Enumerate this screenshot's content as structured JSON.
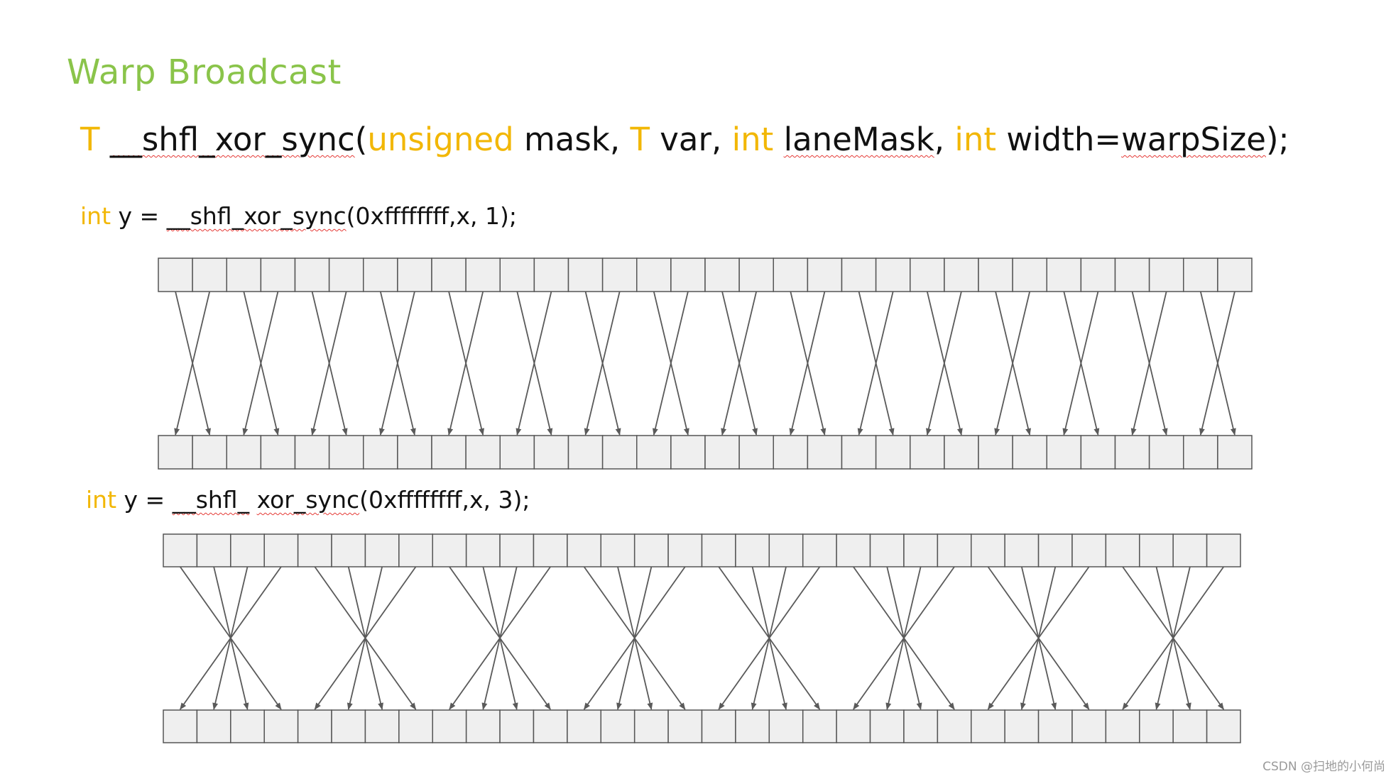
{
  "slide": {
    "title": "Warp Broadcast",
    "signature": {
      "t1": "T",
      "fn": "__shfl_xor_sync",
      "paren_open": "(",
      "type_unsigned": "unsigned",
      "mask": " mask, ",
      "t2": "T",
      "var": " var, ",
      "int1": "int",
      "space1": " ",
      "laneMask": "laneMask",
      "comma": ", ",
      "int2": "int",
      "width": " width=",
      "warpSize": "warpSize",
      "end": ");"
    },
    "example1": {
      "kw": "int",
      "lhs": " y = ",
      "fn": "__shfl_xor_sync",
      "args": "(0xffffffff,x, 1);"
    },
    "example2": {
      "kw": "int",
      "lhs": " y = ",
      "fn_a": "__shfl_",
      "space": " ",
      "fn_b": "xor_sync",
      "args": "(0xffffffff,x, 3);"
    },
    "watermark": "CSDN @扫地的小何尚"
  },
  "colors": {
    "title": "#8ac44a",
    "keyword": "#f2b705",
    "text": "#111111",
    "cell_fill": "#efefef",
    "arrow": "#5a5a5a",
    "squiggle": "#e53935"
  },
  "diagrams": [
    {
      "lanes": 32,
      "laneMask": 1
    },
    {
      "lanes": 32,
      "laneMask": 3
    }
  ]
}
